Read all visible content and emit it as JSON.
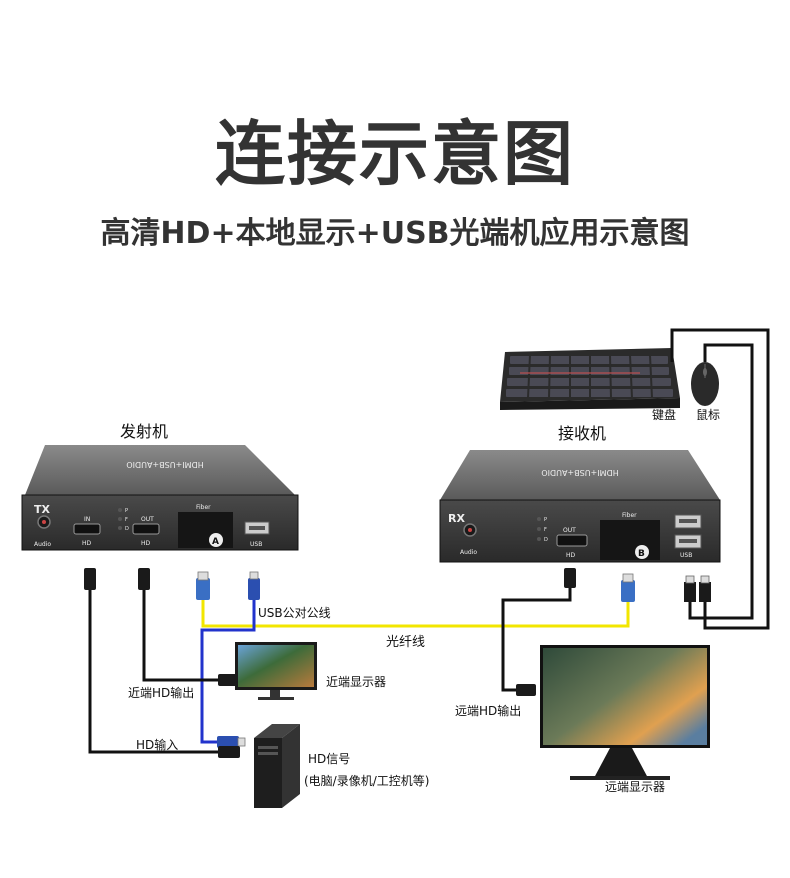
{
  "title": "连接示意图",
  "subtitle": "高清HD+本地显示+USB光端机应用示意图",
  "tx": {
    "label": "发射机",
    "badge": "TX",
    "panel": "HDMI+USB+AUDIO",
    "audio": "Audio",
    "in_top": "IN",
    "in_bottom": "HD",
    "out_top": "OUT",
    "out_bottom": "HD",
    "led_p": "P",
    "led_f": "F",
    "led_d": "D",
    "fiber": "Fiber",
    "port": "A",
    "usb": "USB"
  },
  "rx": {
    "label": "接收机",
    "badge": "RX",
    "panel": "HDMI+USB+AUDIO",
    "audio": "Audio",
    "out_top": "OUT",
    "out_bottom": "HD",
    "led_p": "P",
    "led_f": "F",
    "led_d": "D",
    "fiber": "Fiber",
    "port": "B",
    "usb": "USB"
  },
  "peripherals": {
    "keyboard": "键盘",
    "mouse": "鼠标"
  },
  "labels": {
    "usb_cable": "USB公对公线",
    "fiber_cable": "光纤线",
    "near_hd_out": "近端HD输出",
    "near_monitor": "近端显示器",
    "hd_in": "HD输入",
    "hd_signal": "HD信号",
    "hd_signal_desc": "(电脑/录像机/工控机等)",
    "far_hd_out": "远端HD输出",
    "far_monitor": "远端显示器"
  },
  "colors": {
    "fiber": "#f2e600",
    "usb": "#2233cc",
    "cable": "#111111"
  }
}
